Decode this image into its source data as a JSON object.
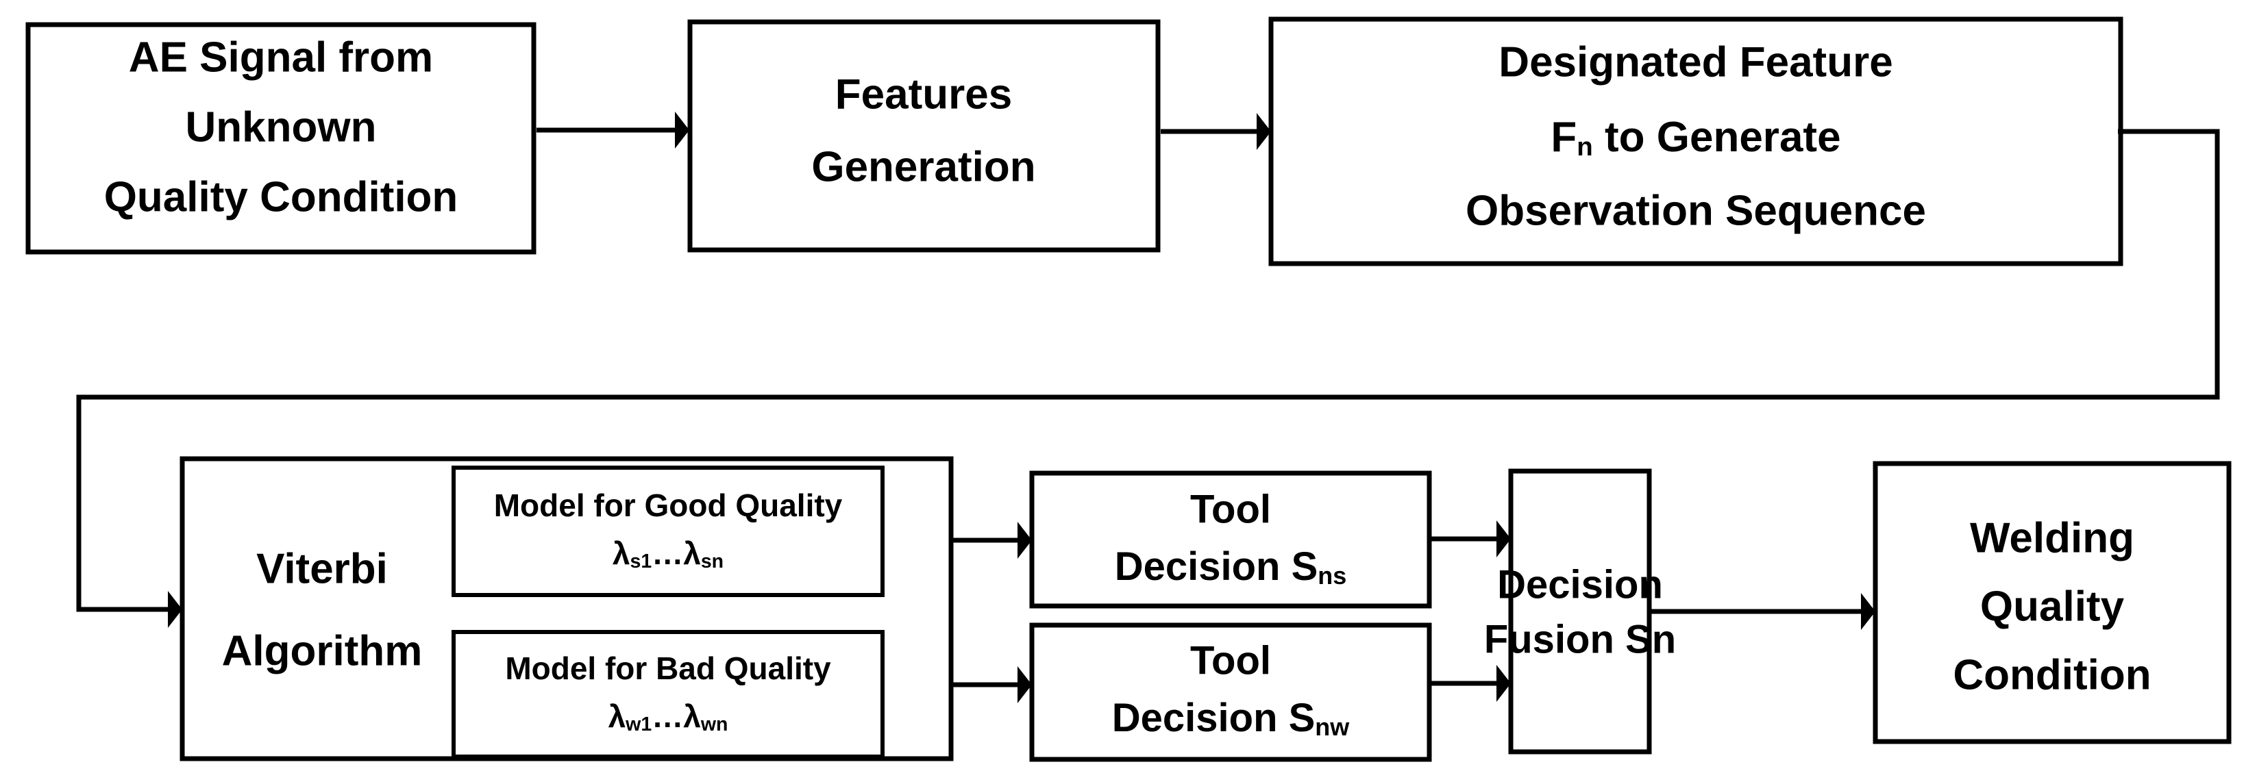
{
  "diagram": {
    "title": "Welding Quality Condition Recognition Flowchart",
    "background_color": "#ffffff",
    "line_color": "#000000",
    "nodes": {
      "ae_signal": {
        "line1": "AE Signal from",
        "line2": "Unknown",
        "line3": "Quality Condition"
      },
      "features_generation": {
        "line1": "Features",
        "line2": "Generation"
      },
      "designated_feature": {
        "line1": "Designated Feature",
        "line2_pre": "F",
        "line2_sub": "n",
        "line2_post": " to Generate",
        "line3": "Observation Sequence"
      },
      "viterbi": {
        "line1": "Viterbi",
        "line2": "Algorithm"
      },
      "model_good": {
        "line1": "Model for Good Quality",
        "lambda_first": "λ",
        "lambda_first_sub": "s1",
        "ellipsis": "…",
        "lambda_last": "λ",
        "lambda_last_sub": "sn"
      },
      "model_bad": {
        "line1": "Model for Bad Quality",
        "lambda_first": "λ",
        "lambda_first_sub": "w1",
        "ellipsis": "…",
        "lambda_last": "λ",
        "lambda_last_sub": "wn"
      },
      "tool_decision_good": {
        "line1": "Tool",
        "line2_pre": "Decision S",
        "line2_sub": "ns"
      },
      "tool_decision_bad": {
        "line1": "Tool",
        "line2_pre": "Decision S",
        "line2_sub": "nw"
      },
      "decision_fusion": {
        "line1": "Decision",
        "line2": "Fusion Sn"
      },
      "welding_quality": {
        "line1": "Welding",
        "line2": "Quality",
        "line3": "Condition"
      }
    },
    "connections": [
      {
        "name": "ae-signal-to-features",
        "from": "ae_signal",
        "to": "features_generation",
        "style": "straight-arrow"
      },
      {
        "name": "features-to-designated-feature",
        "from": "features_generation",
        "to": "designated_feature",
        "style": "straight-arrow"
      },
      {
        "name": "designated-feature-to-viterbi",
        "from": "designated_feature",
        "to": "viterbi",
        "style": "routed-feedback-arrow"
      },
      {
        "name": "viterbi-to-tool-decision-good",
        "from": "viterbi",
        "to": "tool_decision_good",
        "style": "straight-arrow"
      },
      {
        "name": "viterbi-to-tool-decision-bad",
        "from": "viterbi",
        "to": "tool_decision_bad",
        "style": "straight-arrow"
      },
      {
        "name": "tool-decision-good-to-fusion",
        "from": "tool_decision_good",
        "to": "decision_fusion",
        "style": "straight-arrow"
      },
      {
        "name": "tool-decision-bad-to-fusion",
        "from": "tool_decision_bad",
        "to": "decision_fusion",
        "style": "straight-arrow"
      },
      {
        "name": "fusion-to-welding-quality",
        "from": "decision_fusion",
        "to": "welding_quality",
        "style": "straight-arrow"
      }
    ]
  }
}
